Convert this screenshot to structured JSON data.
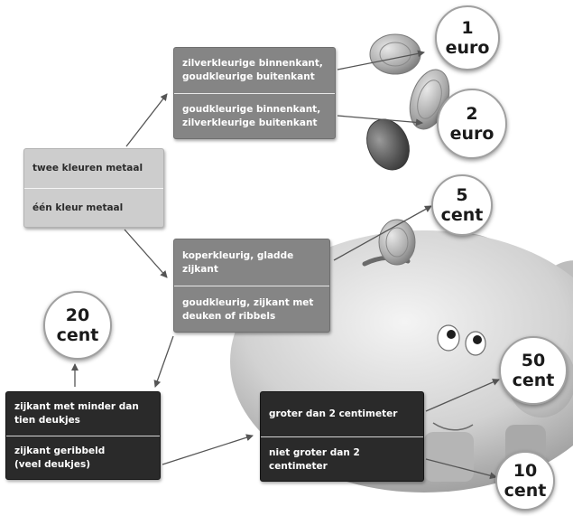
{
  "colors": {
    "light_box": "#cdcdcd",
    "mid_box": "#858585",
    "dark_box": "#2a2a2a",
    "arrow": "#555555",
    "pig": "#c8c8c8"
  },
  "root": {
    "option_a": "twee kleuren metaal",
    "option_b": "één kleur metaal"
  },
  "two_colors": {
    "option_a": "zilverkleurige binnenkant,\ngoudkleurige buitenkant",
    "option_b": "goudkleurige binnenkant,\nzilverkleurige buitenkant"
  },
  "one_color": {
    "option_a": "koperkleurig, gladde\nzijkant",
    "option_b": "goudkleurig, zijkant met\ndeuken of ribbels"
  },
  "edge": {
    "option_a": "zijkant met minder dan\ntien deukjes",
    "option_b": "zijkant geribbeld\n(veel deukjes)"
  },
  "size": {
    "option_a": "groter dan 2 centimeter",
    "option_b": "niet groter dan 2\ncentimeter"
  },
  "results": {
    "one_euro": {
      "value": "1",
      "unit": "euro"
    },
    "two_euro": {
      "value": "2",
      "unit": "euro"
    },
    "five_cent": {
      "value": "5",
      "unit": "cent"
    },
    "twenty_cent": {
      "value": "20",
      "unit": "cent"
    },
    "fifty_cent": {
      "value": "50",
      "unit": "cent"
    },
    "ten_cent": {
      "value": "10",
      "unit": "cent"
    }
  }
}
